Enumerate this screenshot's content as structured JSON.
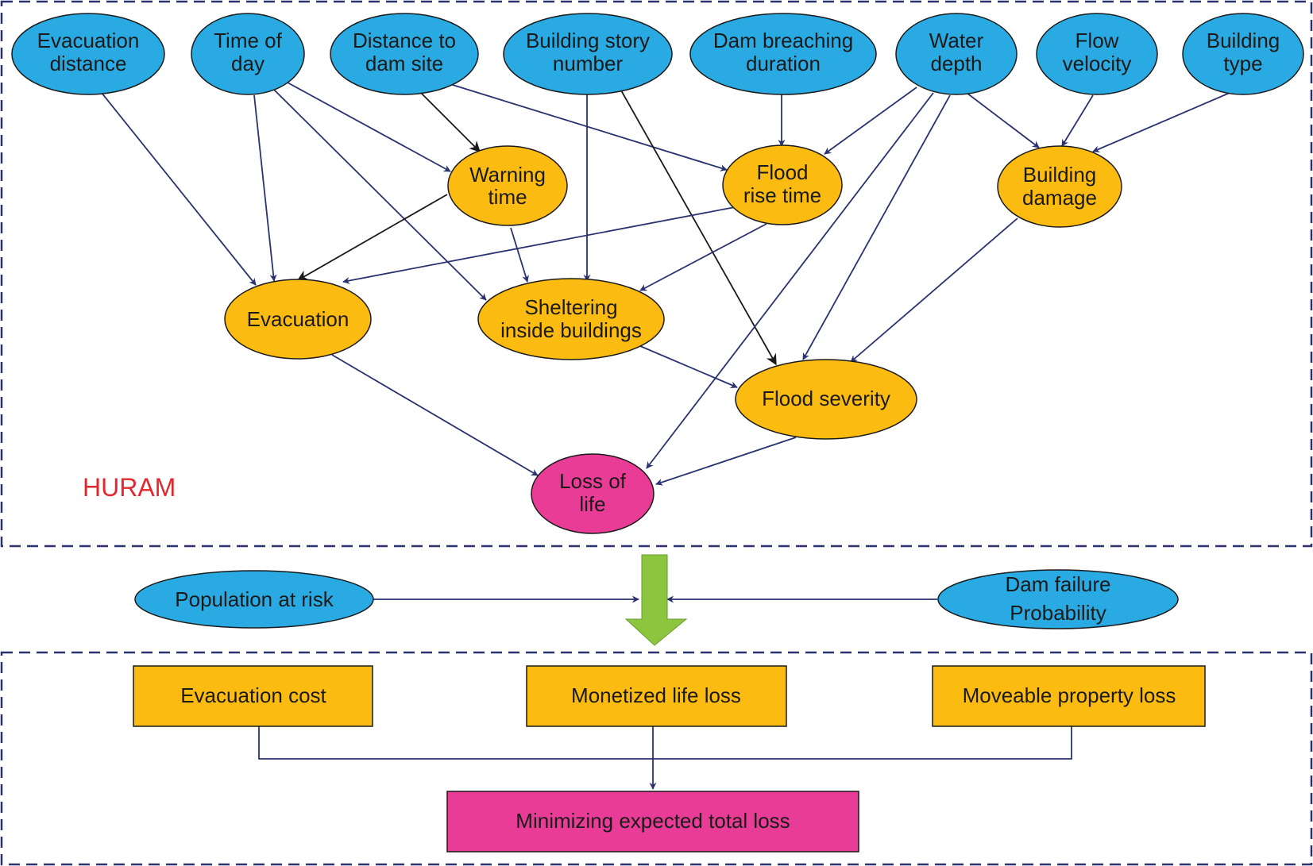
{
  "colors": {
    "input_node": "#2aaae2",
    "intermediate_node": "#fbbb10",
    "outcome_node": "#e93c96",
    "edge": "#2a3270",
    "frame": "#2a3270",
    "huram_label": "#e0282e",
    "big_arrow": "#8cc63f"
  },
  "model_label": "HURAM",
  "inputs": {
    "evacuation_distance": [
      "Evacuation",
      "distance"
    ],
    "time_of_day": [
      "Time of",
      "day"
    ],
    "distance_to_dam_site": [
      "Distance to",
      "dam site"
    ],
    "building_story_number": [
      "Building story",
      "number"
    ],
    "dam_breaching_duration": [
      "Dam breaching",
      "duration"
    ],
    "water_depth": [
      "Water",
      "depth"
    ],
    "flow_velocity": [
      "Flow",
      "velocity"
    ],
    "building_type": [
      "Building",
      "type"
    ]
  },
  "intermediates": {
    "warning_time": [
      "Warning",
      "time"
    ],
    "flood_rise_time": [
      "Flood",
      "rise time"
    ],
    "building_damage": [
      "Building",
      "damage"
    ],
    "evacuation": [
      "Evacuation"
    ],
    "sheltering_inside_buildings": [
      "Sheltering",
      "inside buildings"
    ],
    "flood_severity": [
      "Flood severity"
    ]
  },
  "outcome": {
    "loss_of_life": [
      "Loss of",
      "life"
    ]
  },
  "middle": {
    "population_at_risk": [
      "Population at risk"
    ],
    "dam_failure_probability": [
      "Dam failure",
      "Probability"
    ]
  },
  "losses": {
    "evacuation_cost": "Evacuation cost",
    "monetized_life_loss": "Monetized life loss",
    "moveable_property_loss": "Moveable property loss"
  },
  "objective": "Minimizing expected total loss"
}
